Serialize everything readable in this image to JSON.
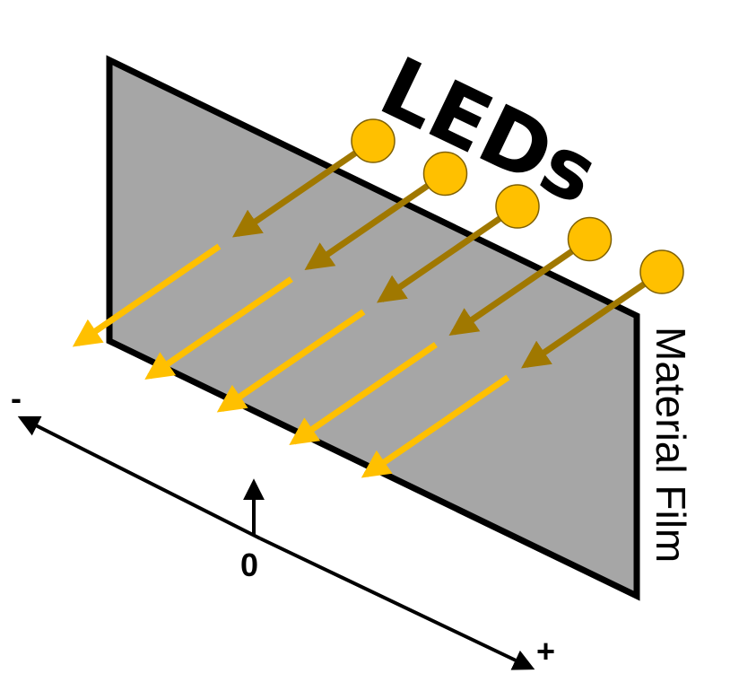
{
  "labels": {
    "leds": "LEDs",
    "film": "Material Film",
    "axis_minus": "-",
    "axis_zero": "0",
    "axis_plus": "+"
  },
  "colors": {
    "film_fill": "#a6a6a6",
    "film_stroke": "#000000",
    "led_fill": "#ffc000",
    "beam_front": "#ffc000",
    "beam_behind": "#a07800"
  },
  "led_count": 5
}
